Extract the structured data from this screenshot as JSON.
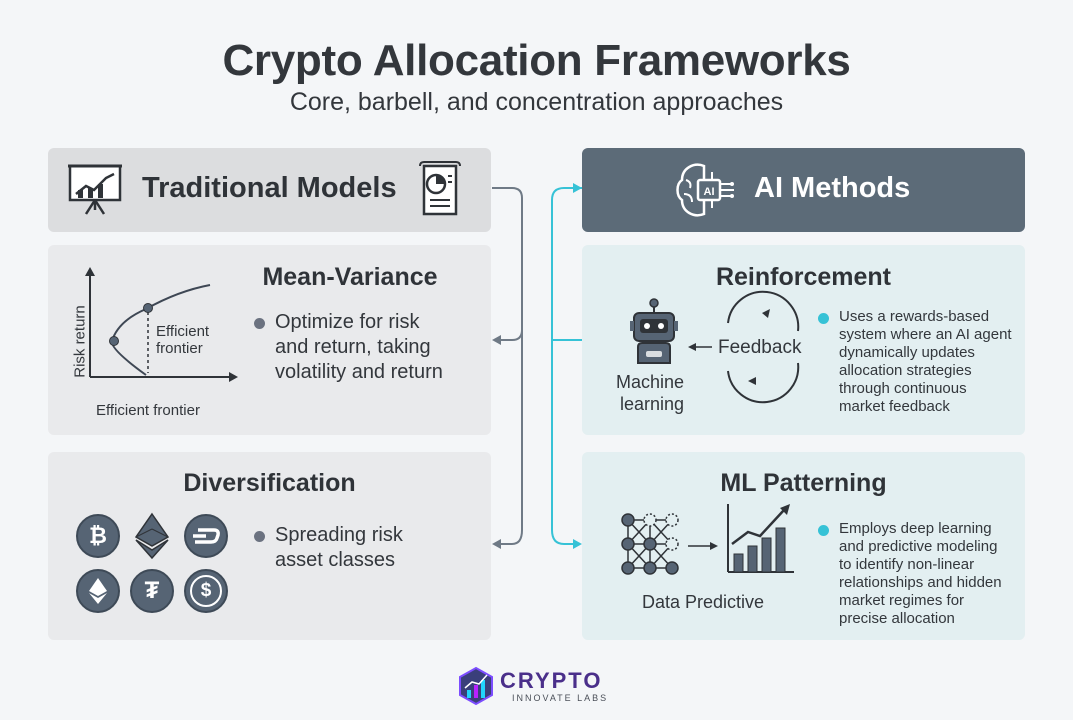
{
  "header": {
    "title": "Crypto Allocation Frameworks",
    "subtitle": "Core, barbell, and concentration approaches"
  },
  "traditional": {
    "heading": "Traditional Models",
    "mean_variance": {
      "title": "Mean-Variance",
      "bullet": [
        "Optimize for risk",
        "and return, taking",
        "volatility and return"
      ],
      "chart": {
        "ylabel": "Risk return",
        "xlabel": "Efficient frontier",
        "annotation": [
          "Efficient",
          "frontier"
        ]
      }
    },
    "diversification": {
      "title": "Diversification",
      "bullet": [
        "Spreading risk",
        "asset classes"
      ],
      "coins": [
        "bitcoin-icon",
        "ethereum-icon",
        "dash-icon",
        "ethereum-classic-icon",
        "tether-icon",
        "dollar-coin-icon"
      ]
    }
  },
  "ai": {
    "heading": "AI Methods",
    "chip_label": "AI",
    "reinforcement": {
      "title": "Reinforcement",
      "machine_label": [
        "Machine",
        "learning"
      ],
      "feedback_label": "Feedback",
      "bullet": [
        "Uses a rewards-based",
        "system where an AI agent",
        "dynamically updates",
        "allocation strategies",
        "through continuous",
        "market feedback"
      ]
    },
    "ml_patterning": {
      "title": "ML Patterning",
      "data_label": "Data Predictive",
      "bullet": [
        "Employs deep learning",
        "and predictive modeling",
        "to identify non-linear",
        "relationships and hidden",
        "market regimes for",
        "precise allocation"
      ]
    }
  },
  "brand": {
    "name": "CRYPTO",
    "tagline": "INNOVATE LABS"
  },
  "colors": {
    "teal": "#36c2d6",
    "slate": "#5c6b78",
    "connector_gray": "#6f7a86"
  }
}
